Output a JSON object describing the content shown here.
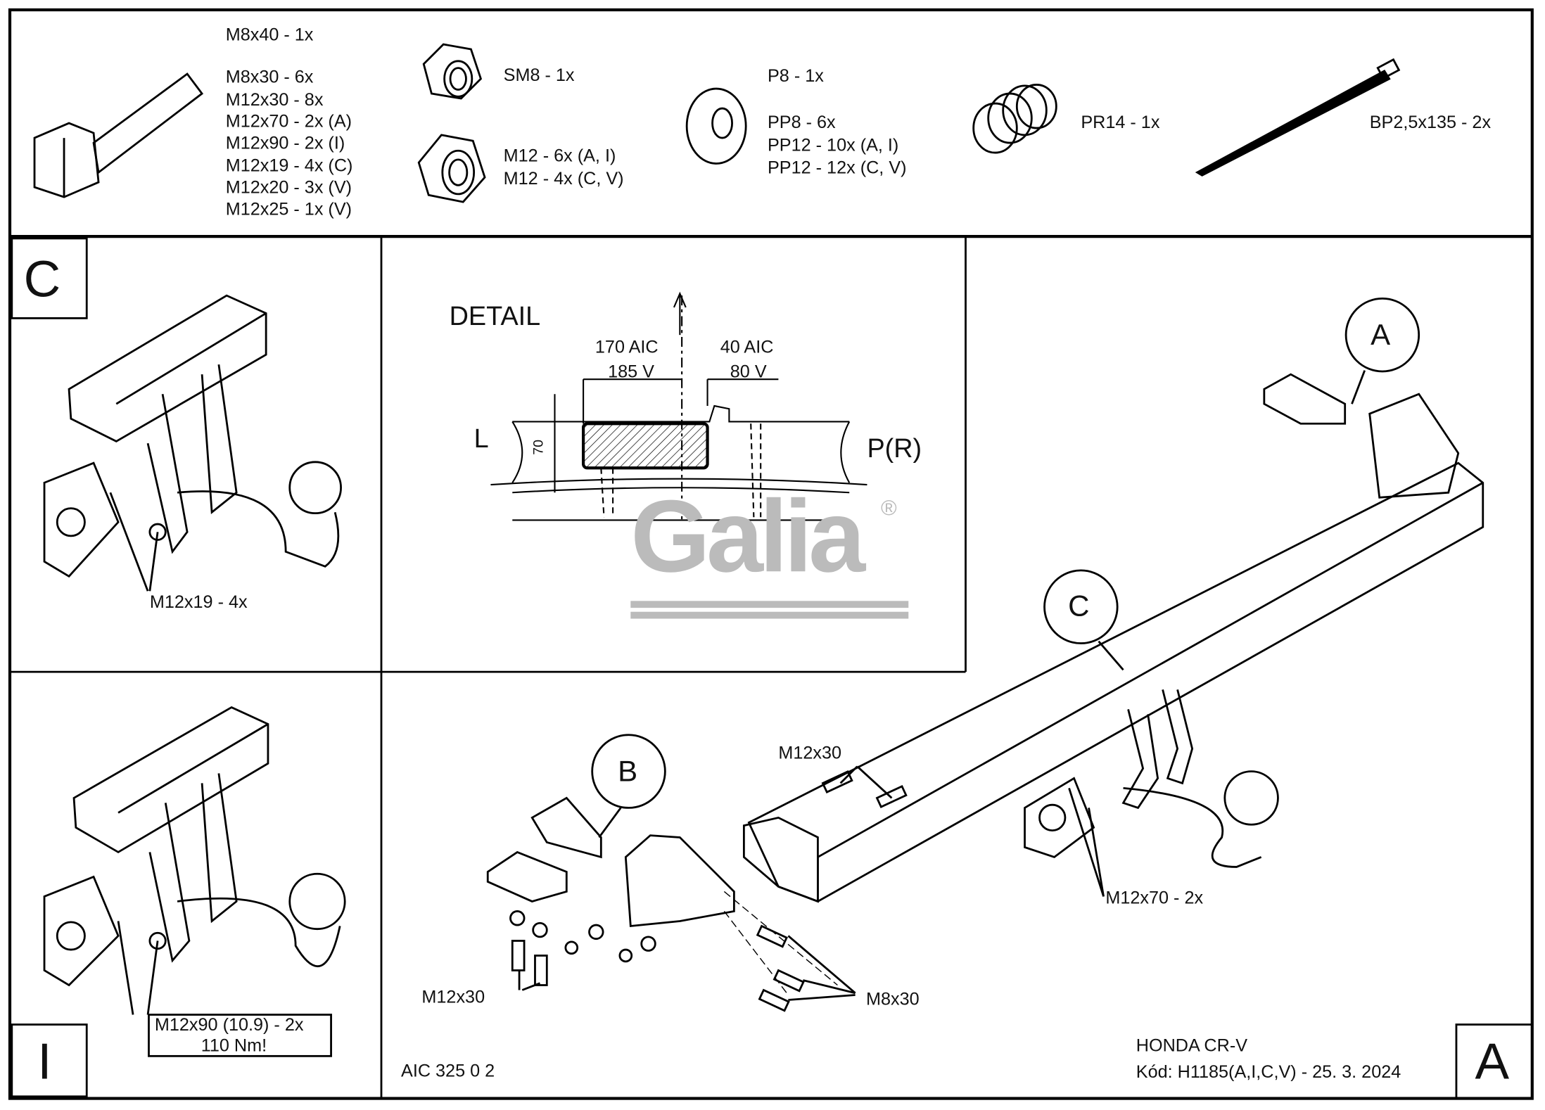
{
  "parts": {
    "bolts": [
      "M8x40 - 1x",
      "M8x30 - 6x",
      "M12x30 - 8x",
      "M12x70 - 2x (A)",
      "M12x90 - 2x (I)",
      "M12x19 - 4x (C)",
      "M12x20 - 3x (V)",
      "M12x25 - 1x (V)"
    ],
    "self_locking_nut": "SM8 - 1x",
    "nuts": [
      "M12 - 6x (A, I)",
      "M12 - 4x (C, V)"
    ],
    "washers": [
      "P8 - 1x",
      "PP8 - 6x",
      "PP12 - 10x (A, I)",
      "PP12 - 12x (C, V)"
    ],
    "spring": "PR14 - 1x",
    "cable_tie": "BP2,5x135 - 2x"
  },
  "panel_c": {
    "letter": "C",
    "callout": "M12x19 - 4x"
  },
  "panel_i": {
    "letter": "I",
    "callout_line1": "M12x90 (10.9) - 2x",
    "callout_line2": "110 Nm!"
  },
  "detail": {
    "title": "DETAIL",
    "dim_left_1": "170 AIC",
    "dim_left_2": "185 V",
    "dim_right_1": "40 AIC",
    "dim_right_2": "80 V",
    "height": "70",
    "left": "L",
    "right": "P(R)"
  },
  "logo": {
    "text": "Galia",
    "mark": "®"
  },
  "main": {
    "callout_a": "A",
    "callout_b": "B",
    "callout_c": "C",
    "m12x30_top": "M12x30",
    "m12x30_bottom": "M12x30",
    "m8x30": "M8x30",
    "m12x70": "M12x70 - 2x"
  },
  "footer": {
    "code_left": "AIC 325 0 2",
    "vehicle": "HONDA CR-V",
    "code": "Kód: H1185(A,I,C,V) - 25. 3. 2024",
    "type_letter": "A"
  }
}
